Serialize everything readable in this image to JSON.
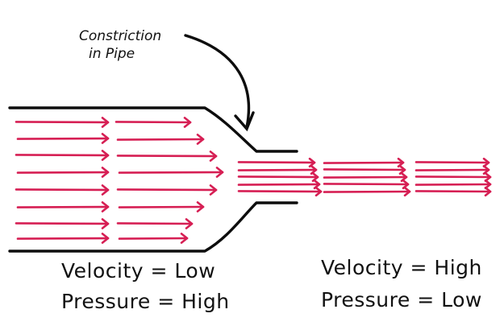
{
  "callout": {
    "line1": "Constriction",
    "line2": "in Pipe"
  },
  "wide_section": {
    "velocity": "Velocity = Low",
    "pressure": "Pressure = High"
  },
  "narrow_section": {
    "velocity": "Velocity = High",
    "pressure": "Pressure = Low"
  },
  "colors": {
    "flow_arrow": "#d61f54",
    "pipe_wall": "#0d0d0d",
    "ink": "#111111"
  },
  "icons": {
    "flow": "arrow-right-icon",
    "pointer": "curved-arrow-icon"
  }
}
